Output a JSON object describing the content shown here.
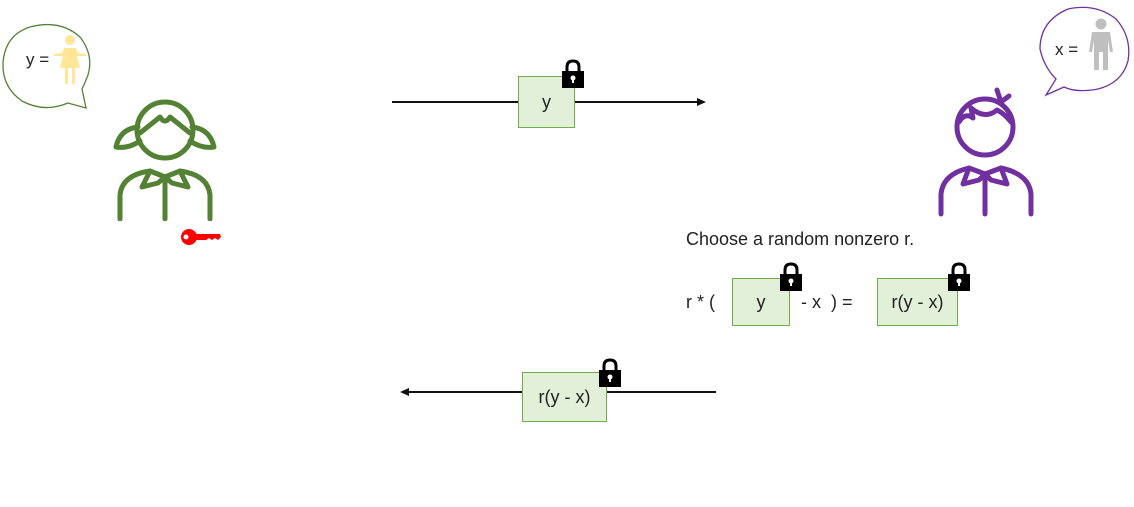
{
  "alice": {
    "bubble_label": "y =",
    "role": "holder of secret y and private key",
    "color": "#548235"
  },
  "bob": {
    "bubble_label": "x =",
    "role": "holder of secret x",
    "color": "#7030a0"
  },
  "message1": {
    "content": "y",
    "direction": "alice-to-bob",
    "encrypted": true
  },
  "computation": {
    "instruction": "Choose a random nonzero r.",
    "prefix": "r * (",
    "encrypted_value": "y",
    "middle": "- x  ) =",
    "result": "r(y - x)"
  },
  "message2": {
    "content": "r(y - x)",
    "direction": "bob-to-alice",
    "encrypted": true
  },
  "colors": {
    "box_fill": "#e2efd9",
    "box_border": "#70ad47",
    "key": "#ff0000",
    "woman_figure": "#ffe699",
    "man_figure": "#bfbfbf"
  }
}
